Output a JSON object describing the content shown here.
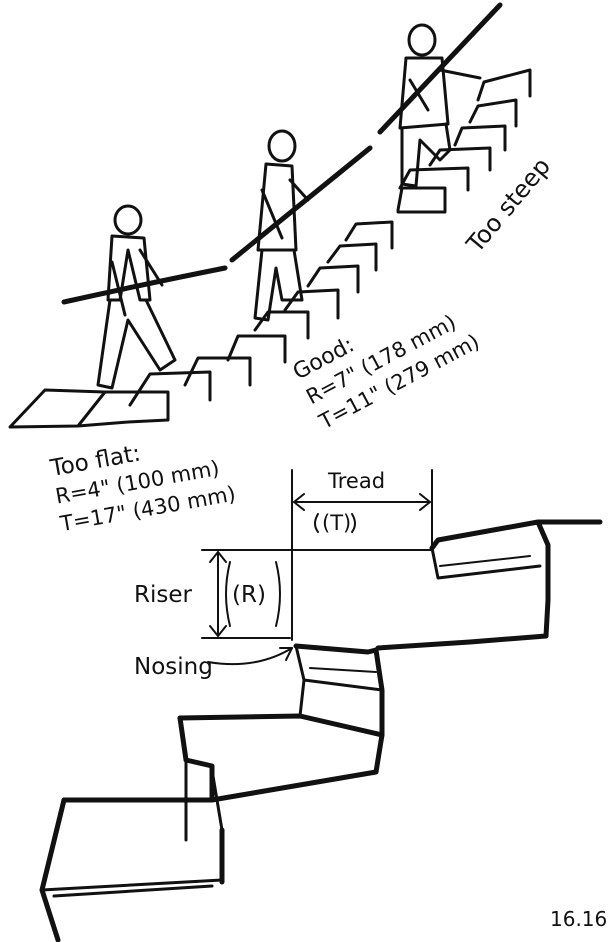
{
  "labels": {
    "too_steep": "Too steep",
    "good_title": "Good:",
    "good_r": "R=7\" (178 mm)",
    "good_t": "T=11\" (279 mm)",
    "flat_title": "Too flat:",
    "flat_r": "R=4\" (100 mm)",
    "flat_t": "T=17\" (430 mm)",
    "tread": "Tread",
    "tread_abbr": "(T)",
    "riser": "Riser",
    "riser_abbr": "(R)",
    "nosing": "Nosing",
    "figure_number": "16.16"
  },
  "colors": {
    "ink": "#111111",
    "paper": "#ffffff"
  }
}
